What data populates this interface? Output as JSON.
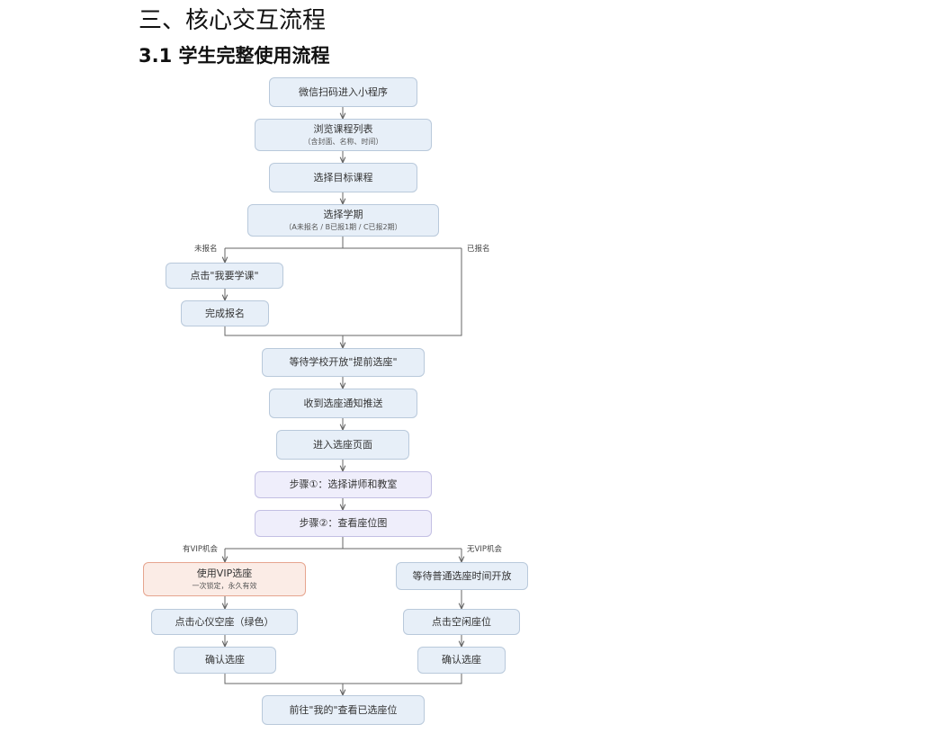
{
  "heading": "三、核心交互流程",
  "subheading": "3.1 学生完整使用流程",
  "nodes": {
    "scan": {
      "text": "微信扫码进入小程序"
    },
    "browse": {
      "text": "浏览课程列表",
      "sub": "（含封面、名称、时间）"
    },
    "select_course": {
      "text": "选择目标课程"
    },
    "select_term": {
      "text": "选择学期",
      "sub": "（A未报名 / B已报1期 / C已报2期）"
    },
    "click_learn": {
      "text": "点击\"我要学课\""
    },
    "finish_signup": {
      "text": "完成报名"
    },
    "wait_open": {
      "text": "等待学校开放\"提前选座\""
    },
    "receive_notice": {
      "text": "收到选座通知推送"
    },
    "enter_page": {
      "text": "进入选座页面"
    },
    "step1": {
      "text": "步骤①：选择讲师和教室"
    },
    "step2": {
      "text": "步骤②：查看座位图"
    },
    "use_vip": {
      "text": "使用VIP选座",
      "sub": "一次锁定，永久有效"
    },
    "click_fav": {
      "text": "点击心仪空座（绿色）"
    },
    "confirm_left": {
      "text": "确认选座"
    },
    "wait_normal": {
      "text": "等待普通选座时间开放"
    },
    "click_free": {
      "text": "点击空闲座位"
    },
    "confirm_right": {
      "text": "确认选座"
    },
    "goto_mine": {
      "text": "前往\"我的\"查看已选座位"
    }
  },
  "edge_labels": {
    "not_signed": "未报名",
    "signed": "已报名",
    "has_vip": "有VIP机会",
    "no_vip": "无VIP机会"
  },
  "colors": {
    "node_fill": "#e7eff8",
    "node_border": "#b9c9db",
    "step_fill": "#efeefb",
    "vip_fill": "#fbece6",
    "vip_border": "#e6a58f",
    "line": "#666666"
  }
}
